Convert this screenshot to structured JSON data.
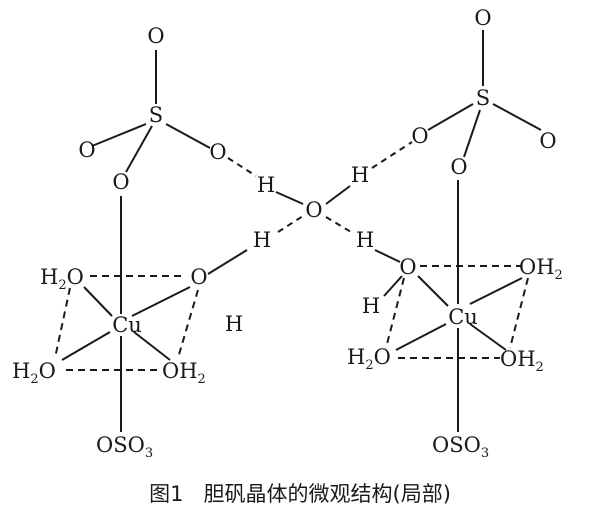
{
  "labels": {
    "sulfur": "S",
    "oxygen": "O",
    "hydrogen": "H",
    "copper": "Cu",
    "water_pre": "H",
    "water_sub": "2",
    "water_post": "O",
    "oh2_pre": "OH",
    "oh2_sub": "2",
    "sulfate_pre": "OSO",
    "sulfate_sub": "3"
  },
  "caption": {
    "figure_label": "图1",
    "title": "胆矾晶体的微观结构(局部)"
  }
}
